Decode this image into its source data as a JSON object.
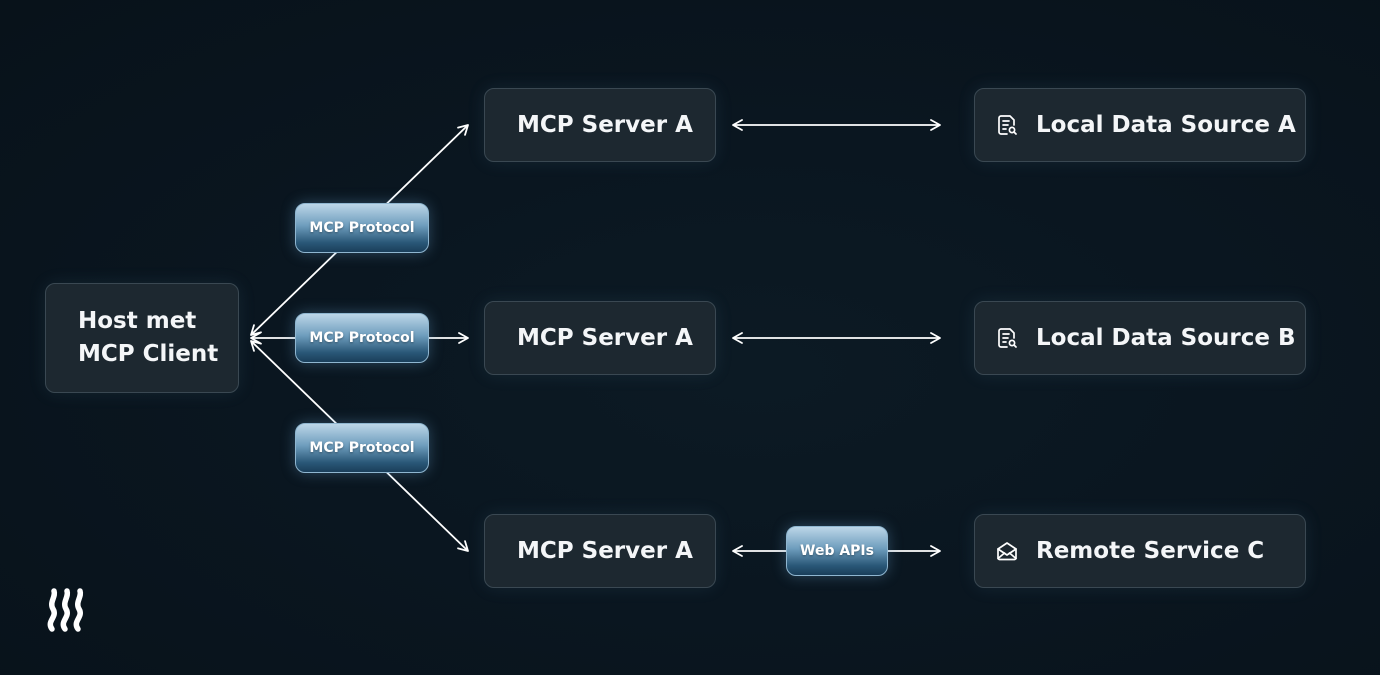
{
  "host": {
    "label": "Host met MCP Client"
  },
  "servers": [
    {
      "label": "MCP Server A"
    },
    {
      "label": "MCP Server A"
    },
    {
      "label": "MCP Server A"
    }
  ],
  "sources": [
    {
      "label": "Local Data Source A",
      "icon": "document-search-icon"
    },
    {
      "label": "Local Data Source B",
      "icon": "document-search-icon"
    },
    {
      "label": "Remote Service C",
      "icon": "envelope-icon"
    }
  ],
  "protocols": [
    {
      "label": "MCP Protocol"
    },
    {
      "label": "MCP Protocol"
    },
    {
      "label": "MCP Protocol"
    }
  ],
  "web_apis": {
    "label": "Web APIs"
  },
  "logo": {
    "icon": "brand-wave-logo"
  },
  "colors": {
    "background": "#0a1620",
    "node_fill": "#1d2830",
    "node_border": "#3a4852",
    "pill_top": "#bcd6e8",
    "pill_bottom": "#1a3e5a",
    "line": "#ffffff"
  }
}
